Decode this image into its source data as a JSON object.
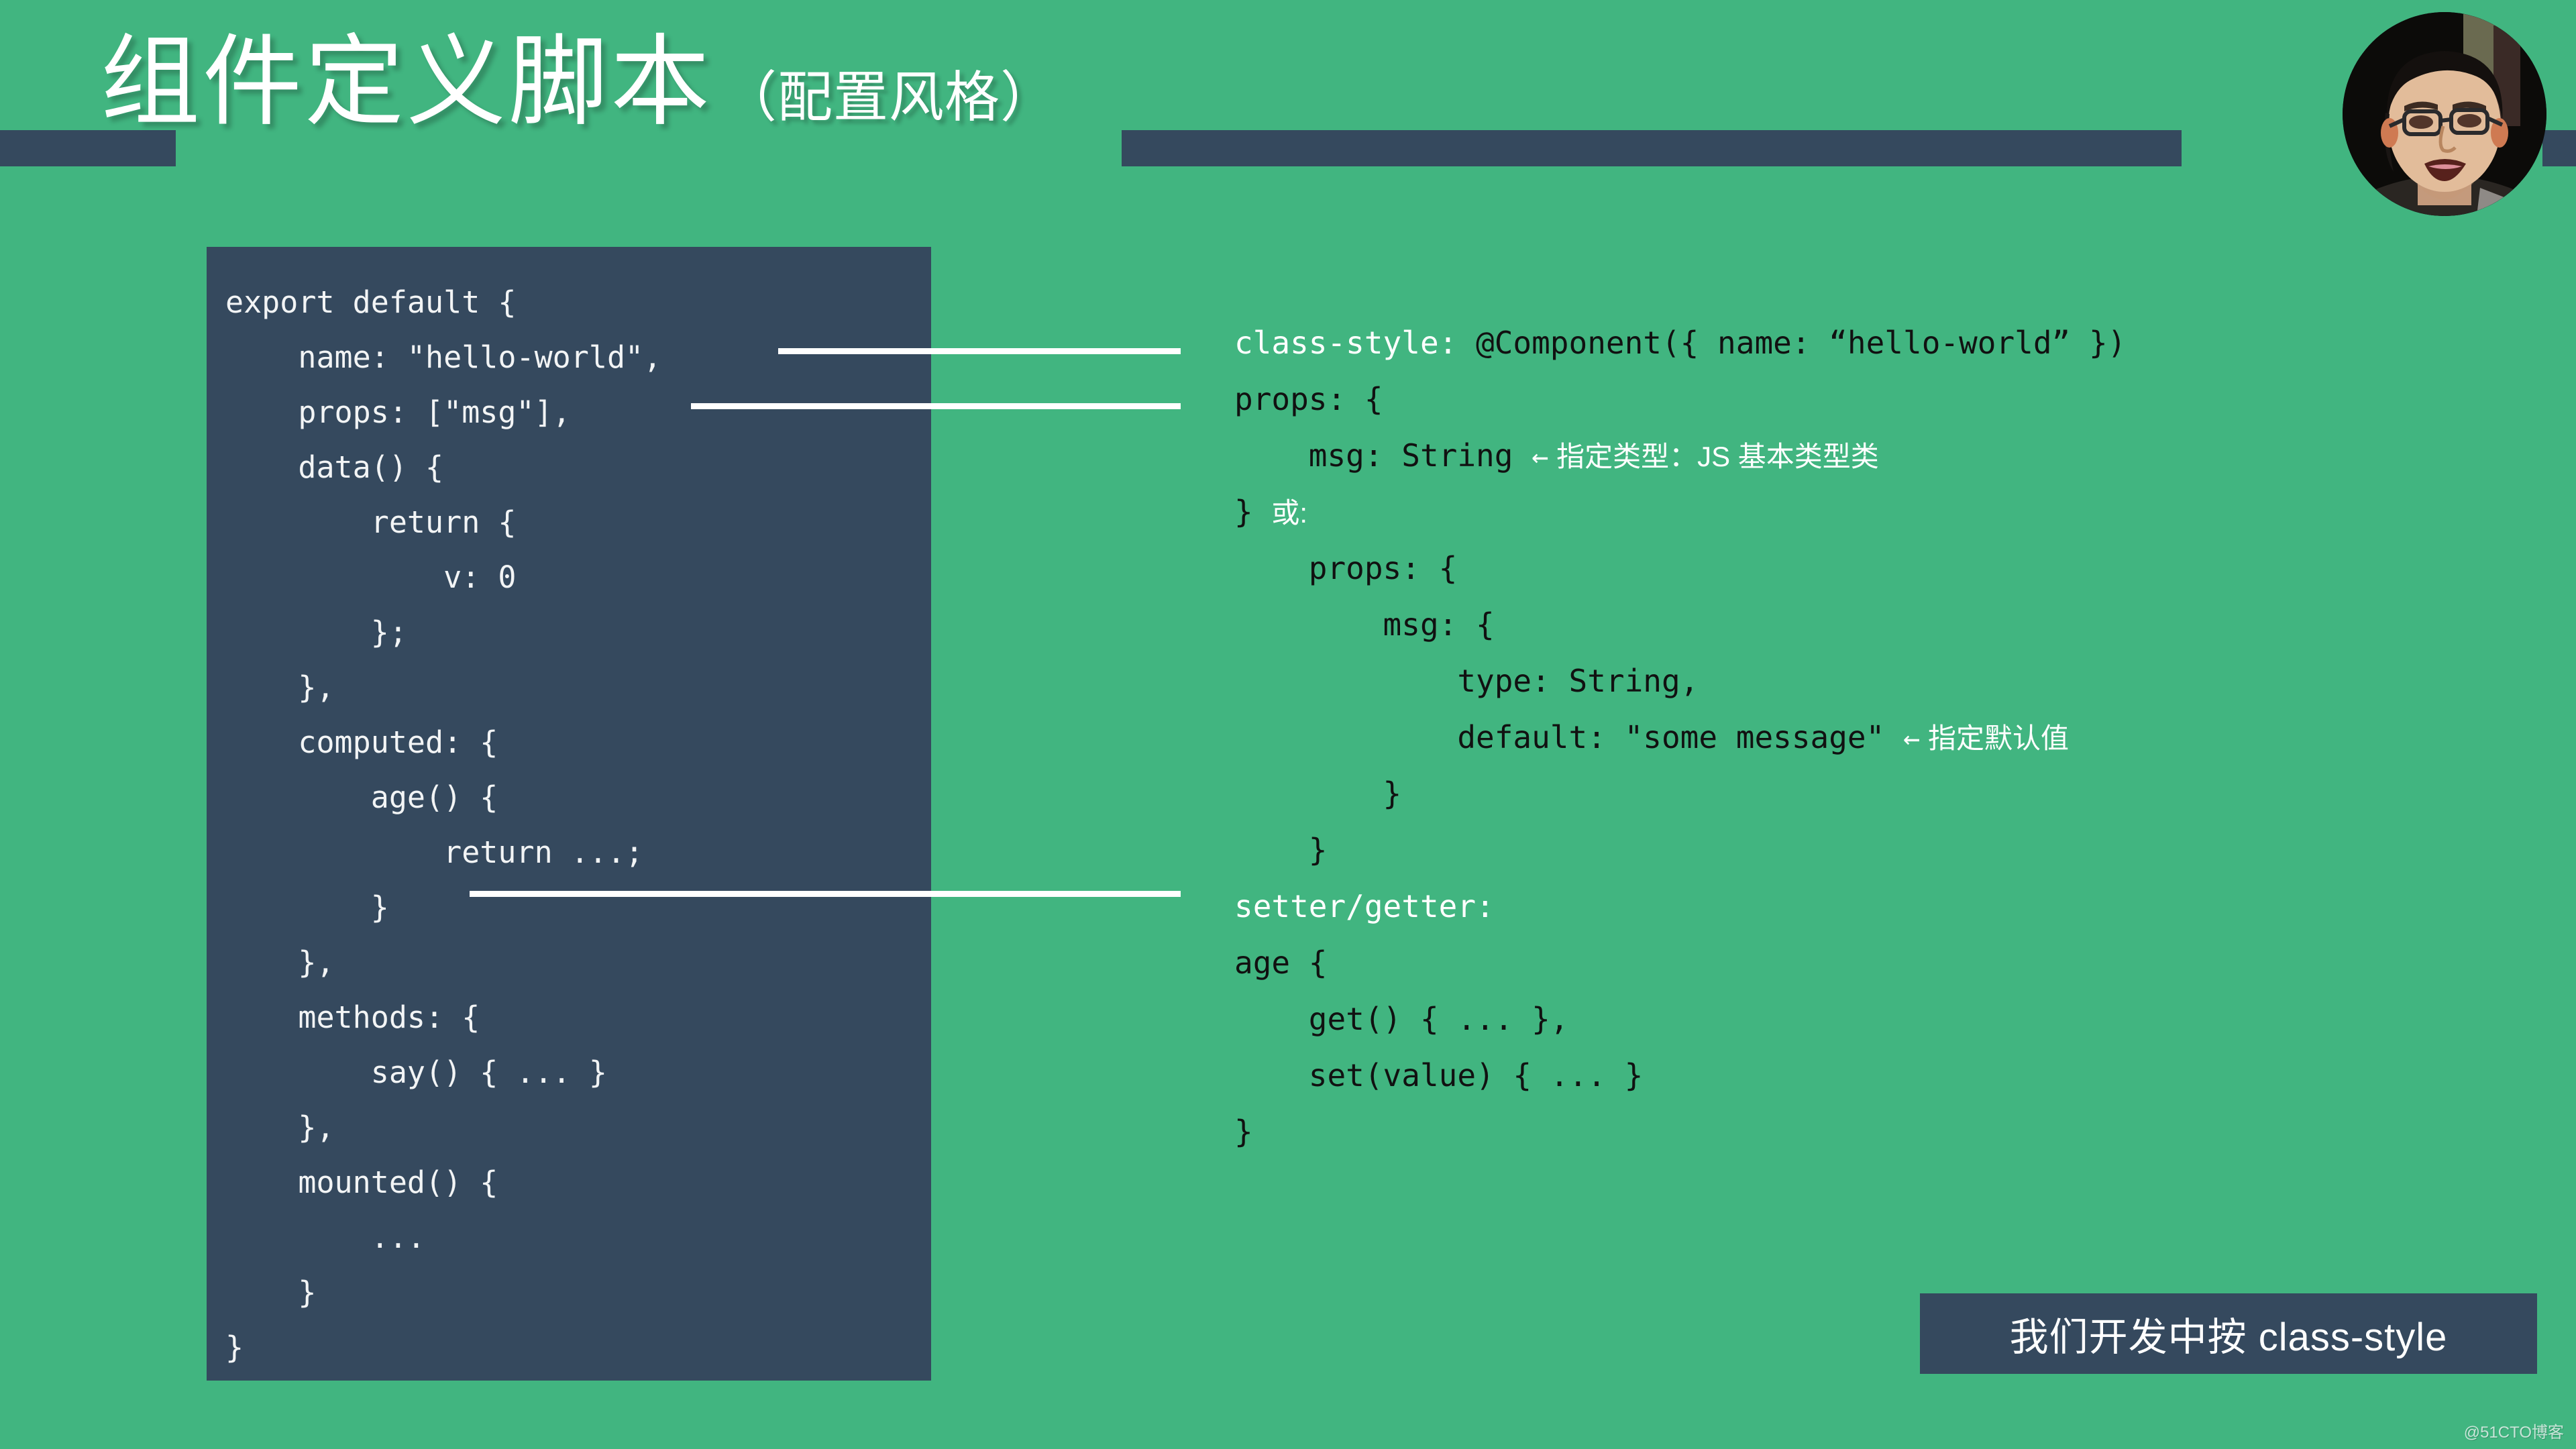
{
  "slide": {
    "background_color": "#41B580",
    "accent_dark": "#35495E",
    "title": "组件定义脚本",
    "subtitle": "（配置风格）",
    "watermark": "@51CTO博客"
  },
  "avatar": {
    "icon": "user-photo-avatar",
    "alt": "讲师头像"
  },
  "code_panel": {
    "background_color": "#35495E",
    "lines": [
      "export default {",
      "    name: \"hello-world\",",
      "    props: [\"msg\"],",
      "    data() {",
      "        return {",
      "            v: 0",
      "        };",
      "    },",
      "    computed: {",
      "        age() {",
      "            return ...;",
      "        }",
      "    },",
      "    methods: {",
      "        say() { ... }",
      "    },",
      "    mounted() {",
      "        ...",
      "    }",
      "}"
    ]
  },
  "right_column": {
    "lines": [
      {
        "label": "class-style: ",
        "code": "@Component({ name: “hello-world” })",
        "arrow": "",
        "note": ""
      },
      {
        "label": "",
        "code": "props: {",
        "arrow": "",
        "note": ""
      },
      {
        "label": "",
        "code": "    msg: String ",
        "arrow": "←",
        "note": " 指定类型：JS 基本类型类"
      },
      {
        "label": "",
        "code": "} ",
        "arrow": "",
        "note": "或:"
      },
      {
        "label": "",
        "code": "    props: {",
        "arrow": "",
        "note": ""
      },
      {
        "label": "",
        "code": "        msg: {",
        "arrow": "",
        "note": ""
      },
      {
        "label": "",
        "code": "            type: String,",
        "arrow": "",
        "note": ""
      },
      {
        "label": "",
        "code": "            default: \"some message\" ",
        "arrow": "←",
        "note": " 指定默认值"
      },
      {
        "label": "",
        "code": "        }",
        "arrow": "",
        "note": ""
      },
      {
        "label": "",
        "code": "    }",
        "arrow": "",
        "note": ""
      },
      {
        "label": "setter/getter:",
        "code": "",
        "arrow": "",
        "note": ""
      },
      {
        "label": "",
        "code": "age {",
        "arrow": "",
        "note": ""
      },
      {
        "label": "",
        "code": "    get() { ... },",
        "arrow": "",
        "note": ""
      },
      {
        "label": "",
        "code": "    set(value) { ... }",
        "arrow": "",
        "note": ""
      },
      {
        "label": "",
        "code": "}",
        "arrow": "",
        "note": ""
      }
    ]
  },
  "footer_callout": {
    "label": "我们开发中按 class-style",
    "background_color": "#35495E"
  },
  "connectors": [
    {
      "name": "name-connector"
    },
    {
      "name": "props-connector"
    },
    {
      "name": "age-connector"
    }
  ]
}
